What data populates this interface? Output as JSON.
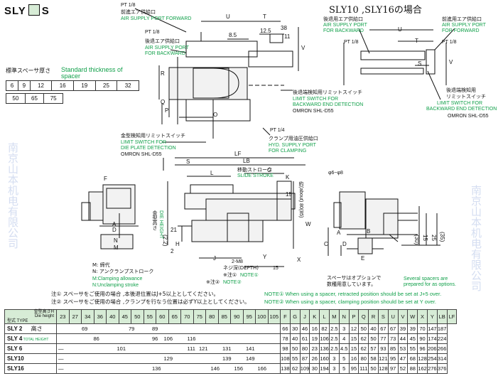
{
  "title": {
    "left": "SLY",
    "right": "S"
  },
  "sly10_heading": "SLY10 ,SLY16の場合",
  "spacer": {
    "header_jp": "標準スペーサ厚さ",
    "header_en": "Standard thickness of spacer",
    "row1": [
      "6",
      "9",
      "12",
      "16",
      "19",
      "25",
      "32"
    ],
    "row2": [
      "50",
      "65",
      "75"
    ]
  },
  "labels": {
    "pt18_a": "PT 1/8",
    "fwd_jp_a": "前進エア供給口",
    "fwd_en_a": "AIR SUPPLY PORT FORWARD",
    "pt18_b": "PT 1/8",
    "bwd_jp_a": "後退エア供給口",
    "bwd_en_a": "AIR SUPPLY PORT",
    "bwd_en_a2": "FOR BACKWARD",
    "ls_bwd_jp": "後退端検知用リミットスイッチ",
    "ls_bwd_en": "LIMIT SWITCH FOR",
    "ls_bwd_en2": "BACKWARD END DETECTION",
    "omron_a": "OMRON SHL-D55",
    "pt14": "PT 1/4",
    "clamp_jp": "クランプ用油圧供給口",
    "clamp_en": "HYD. SUPPLY PORT",
    "clamp_en2": "FOR CLAMPING",
    "die_jp": "金型検知用リミットスイッチ",
    "die_en": "LIMIT SWITCH FOR",
    "die_en2": "DIE PLATE DETECTION",
    "omron_b": "OMRON SHL-D55",
    "r_bwd_jp": "後退用エア供給口",
    "r_bwd_en": "AIR SUPPLY PORT",
    "r_bwd_en2": "FOR BACKWARD",
    "r_fwd_jp": "前進用エア供給口",
    "r_fwd_en": "AIR SUPPLY PORT",
    "r_fwd_en2": "FOR FORWARD",
    "r_pt18_a": "PT 1/8",
    "r_pt18_b": "PT 1/8",
    "r_ls_jp": "後退端検知用",
    "r_ls_jp2": "リミットスイッチ",
    "r_ls_en": "LIMIT SWITCH FOR",
    "r_ls_en2": "BACKWARD END DETECTION",
    "omron_c": "OMRON SHL-D55",
    "stroke_jp": "移動ストローク",
    "stroke_en": "SLIDE STROKE",
    "die_height_jp": "金型高さ",
    "die_height_en": "DIE HEIGHT",
    "approx": "約(about) 80(85)",
    "phi": "φ6~φ8",
    "m_line": "M: 締代",
    "n_line": "N: アンクランプストローク",
    "m_en": "M:Clamping allowance",
    "n_en": "N:Unclamping stroke",
    "thread": "2-M8",
    "thread_jp": "ネジ深(DEPTH)",
    "thread_val": "15",
    "note1_ref": "※注①",
    "note1_en_ref": "NOTE①",
    "note2_ref": "※注②",
    "note2_en_ref": "NOTE②",
    "spacer_opt_jp": "スペーサはオプションで",
    "spacer_opt_jp2": "数種用意しています。",
    "spacer_opt_en": "Several spacers are",
    "spacer_opt_en2": "prepared for as options."
  },
  "dims": {
    "U": "U",
    "T": "T",
    "38": "38",
    "8_5": "8.5",
    "12_5": "12.5",
    "11": "11",
    "V": "V",
    "R": "R",
    "Q": "Q",
    "P": "P",
    "O": "O",
    "LF": "LF",
    "LB": "LB",
    "S": "S",
    "L": "L",
    "K": "K",
    "G": "G",
    "J": "J",
    "Y": "Y",
    "X": "X",
    "W": "W",
    "F": "F",
    "A": "A",
    "B": "B",
    "C": "C",
    "D": "D",
    "E": "E",
    "H": "H",
    "N": "N",
    "M": "M",
    "2_2": "(2.2)",
    "21": "21",
    "2": "2",
    "15": "15",
    "30": "(30)",
    "15b": "15",
    "25": "25",
    "35": "(35)",
    "ru": "U",
    "rv": "V",
    "rt": "T",
    "rs": "S"
  },
  "notes": {
    "jp1": "注① スペーサをご使用の場合 ,本後退位置はJ+5以上としてください。",
    "jp2": "注② スペーサをご使用の場合 ,クランプを行なう位置は必ずY以上としてください。",
    "en1": "NOTE① When using a spacer, retracted position should be set at J+5 over.",
    "en2": "NOTE② When using a spacer, clamping position should be set at Y over."
  },
  "table": {
    "corner_type": "型式 TYPE",
    "corner_die_jp": "金型高さH",
    "corner_die_en": "Die height",
    "heights": [
      "23",
      "27",
      "34",
      "36",
      "40",
      "45",
      "50",
      "55",
      "60",
      "65",
      "70",
      "75",
      "80",
      "85",
      "90",
      "95",
      "100",
      "105"
    ],
    "cols": [
      "F",
      "G",
      "J",
      "K",
      "L",
      "M",
      "N",
      "P",
      "Q",
      "R",
      "S",
      "U",
      "V",
      "W",
      "X",
      "Y",
      "LB",
      "LF"
    ],
    "height_jp": "高さ",
    "height_en": "TOTAL HEIGHT",
    "rows": [
      {
        "type": "SLY 2",
        "h": [
          {
            "v": "69",
            "at": 2
          },
          {
            "v": "79",
            "at": 6
          },
          {
            "v": "89",
            "at": 8
          }
        ],
        "d": [
          "66",
          "30",
          "46",
          "16",
          "82",
          "2.5",
          "3",
          "12",
          "50",
          "40",
          "67",
          "67",
          "39",
          "39",
          "70",
          "147",
          "187"
        ]
      },
      {
        "type": "SLY 4",
        "h": [
          {
            "v": "86",
            "at": 3
          },
          {
            "v": "96",
            "at": 8
          },
          {
            "v": "106",
            "at": 9
          },
          {
            "v": "116",
            "at": 11
          }
        ],
        "d": [
          "78",
          "40",
          "61",
          "19",
          "106",
          "2.5",
          "4",
          "15",
          "62",
          "50",
          "77",
          "73",
          "44",
          "45",
          "90",
          "174",
          "224"
        ]
      },
      {
        "type": "SLY 6",
        "h": [
          {
            "v": "—",
            "at": 0
          },
          {
            "v": "101",
            "at": 5
          },
          {
            "v": "111",
            "at": 11
          },
          {
            "v": "121",
            "at": 12
          },
          {
            "v": "131",
            "at": 14
          },
          {
            "v": "141",
            "at": 16
          }
        ],
        "d": [
          "98",
          "50",
          "80",
          "23",
          "136",
          "2.5",
          "4.5",
          "15",
          "62",
          "57",
          "93",
          "85",
          "53",
          "55",
          "96",
          "206",
          "266"
        ]
      },
      {
        "type": "SLY10",
        "h": [
          {
            "v": "—",
            "at": 0
          },
          {
            "v": "129",
            "at": 9
          },
          {
            "v": "139",
            "at": 14
          },
          {
            "v": "149",
            "at": 16
          }
        ],
        "d": [
          "108",
          "55",
          "87",
          "26",
          "160",
          "3",
          "5",
          "16",
          "80",
          "58",
          "121",
          "95",
          "47",
          "68",
          "128",
          "254",
          "314"
        ]
      },
      {
        "type": "SLY16",
        "h": [
          {
            "v": "—",
            "at": 0
          },
          {
            "v": "136",
            "at": 8
          },
          {
            "v": "146",
            "at": 13
          },
          {
            "v": "156",
            "at": 15
          },
          {
            "v": "166",
            "at": 17
          }
        ],
        "d": [
          "138",
          "62",
          "109",
          "30",
          "194",
          "3",
          "5",
          "95",
          "111",
          "50",
          "128",
          "97",
          "52",
          "88",
          "162",
          "276",
          "376"
        ]
      }
    ]
  },
  "watermark": "南京山本机电有限公司"
}
